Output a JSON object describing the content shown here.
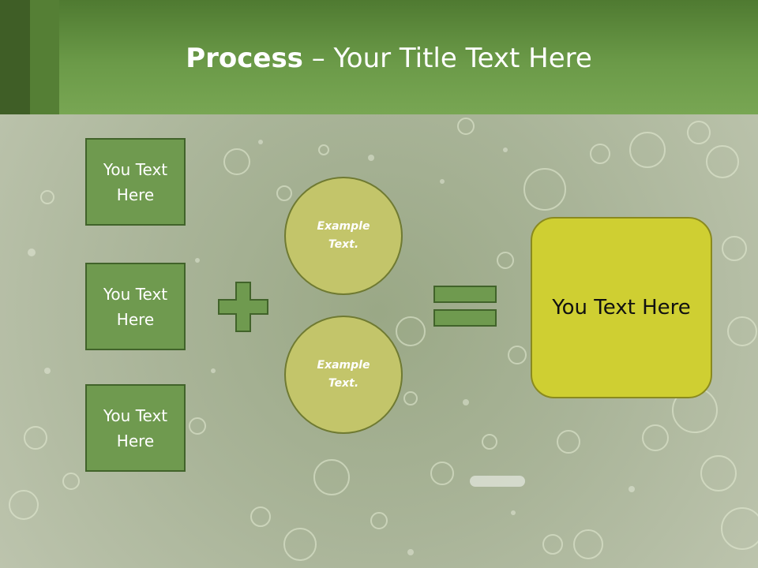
{
  "colors": {
    "header_green": "#6b9a48",
    "box_green": "#6f9a4f",
    "circle_olive": "#c3c56a",
    "result_yellow": "#cfcf32"
  },
  "header": {
    "title_bold": "Process",
    "title_rest": " – Your Title Text Here"
  },
  "inputs": [
    {
      "label": "You Text Here"
    },
    {
      "label": "You Text Here"
    },
    {
      "label": "You Text Here"
    }
  ],
  "operators": {
    "plus": "plus-icon",
    "equals": "equals-icon"
  },
  "circles": [
    {
      "label": "Example Text."
    },
    {
      "label": "Example Text."
    }
  ],
  "result": {
    "label": "You Text Here"
  }
}
